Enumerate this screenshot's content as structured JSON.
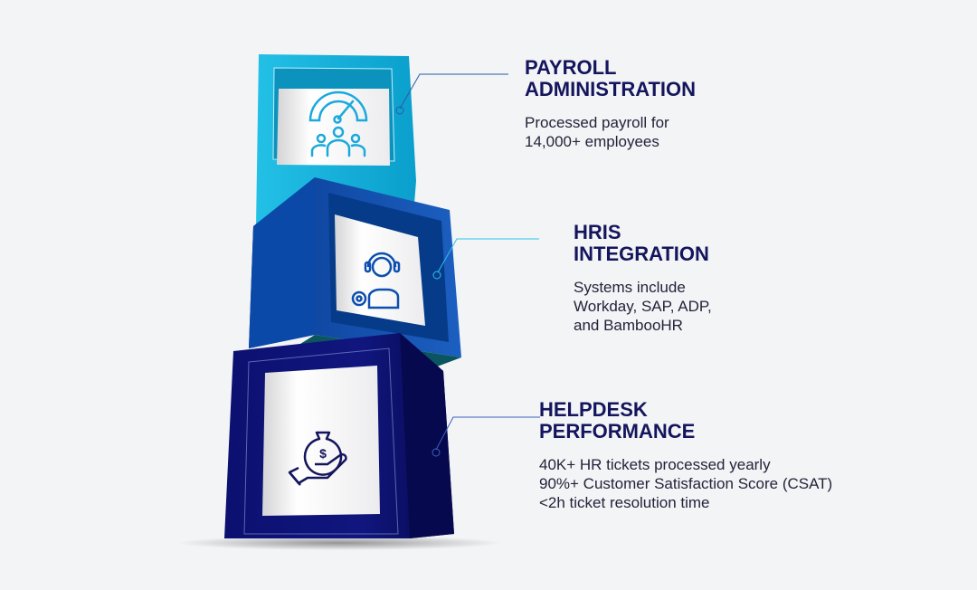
{
  "items": [
    {
      "title_lines": [
        "PAYROLL",
        "ADMINISTRATION"
      ],
      "body_lines": [
        "Processed payroll for",
        "14,000+ employees"
      ],
      "icon": "gauge-team-icon",
      "color": "#1bb3dd"
    },
    {
      "title_lines": [
        "HRIS",
        "INTEGRATION"
      ],
      "body_lines": [
        "Systems include",
        "Workday, SAP, ADP,",
        "and BambooHR"
      ],
      "icon": "support-agent-gear-icon",
      "color": "#0d4fae"
    },
    {
      "title_lines": [
        "HELPDESK",
        "PERFORMANCE"
      ],
      "body_lines": [
        "40K+ HR tickets processed yearly",
        "90%+ Customer Satisfaction Score (CSAT)",
        "<2h ticket resolution time"
      ],
      "icon": "money-bag-hand-icon",
      "color": "#0b0f62"
    }
  ]
}
